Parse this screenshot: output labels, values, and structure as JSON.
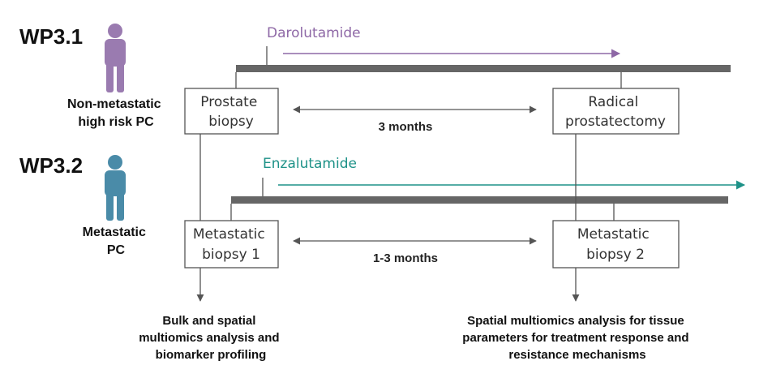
{
  "colors": {
    "wp31_person": "#9a7bb0",
    "wp32_person": "#4a8ba8",
    "darolutamide": "#8e68a6",
    "enzalutamide": "#1e9288",
    "timeline_bar": "#666666",
    "connector": "#555555"
  },
  "wp31": {
    "title": "WP3.1",
    "icon": "person-icon",
    "group_label_lines": [
      "Non-metastatic",
      "high risk PC"
    ],
    "drug": "Darolutamide",
    "box_left_lines": [
      "Prostate",
      "biopsy"
    ],
    "box_right_lines": [
      "Radical",
      "prostatectomy"
    ],
    "interval": "3 months"
  },
  "wp32": {
    "title": "WP3.2",
    "icon": "person-icon",
    "group_label_lines": [
      "Metastatic",
      "PC"
    ],
    "drug": "Enzalutamide",
    "box_left_lines": [
      "Metastatic",
      "biopsy 1"
    ],
    "box_right_lines": [
      "Metastatic",
      "biopsy 2"
    ],
    "interval": "1-3 months"
  },
  "outcomes": {
    "left_lines": [
      "Bulk and spatial",
      "multiomics analysis and",
      "biomarker profiling"
    ],
    "right_lines": [
      "Spatial multiomics analysis for tissue",
      "parameters for treatment response and",
      "resistance mechanisms"
    ]
  }
}
